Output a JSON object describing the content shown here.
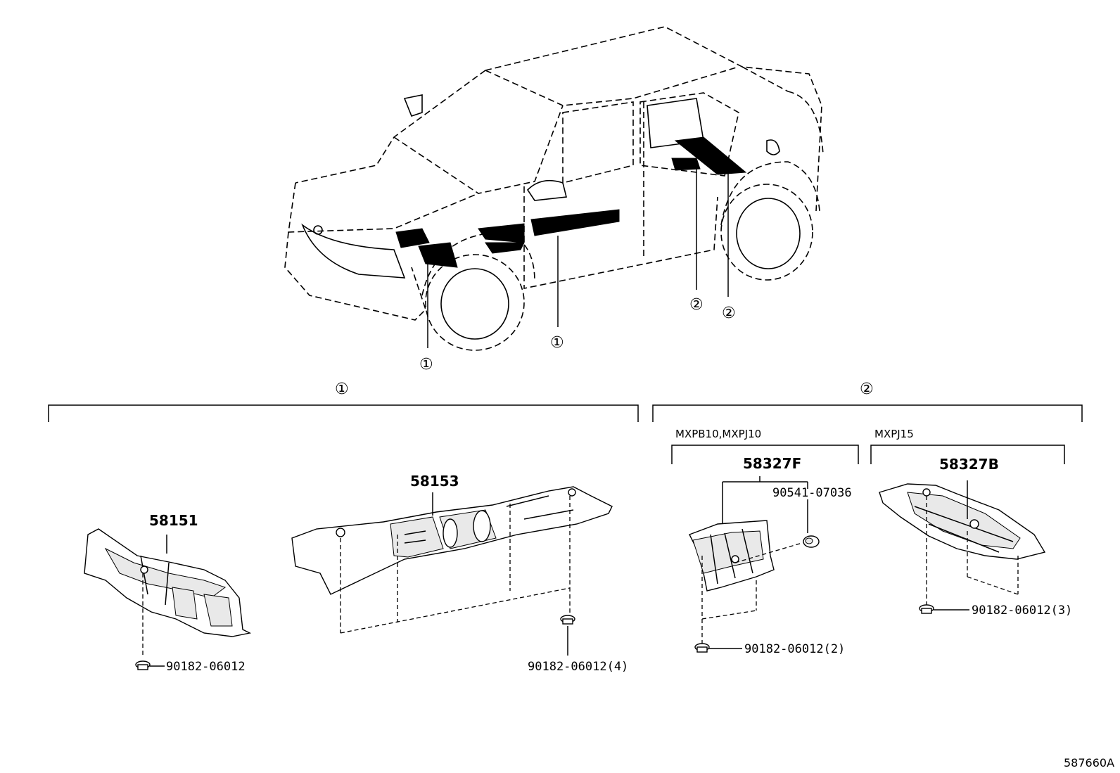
{
  "callout_symbols": {
    "group1": "①",
    "group2": "②"
  },
  "groups": {
    "group1": {
      "symbol": "①"
    },
    "group2": {
      "symbol": "②",
      "variants": [
        {
          "models": "MXPB10,MXPJ10"
        },
        {
          "models": "MXPJ15"
        }
      ]
    }
  },
  "parts": {
    "p58151": "58151",
    "p58153": "58153",
    "p58327F": "58327F",
    "p58327B": "58327B",
    "p90541": "90541-07036",
    "clip_single": "90182-06012",
    "clip_4": "90182-06012(4)",
    "clip_2": "90182-06012(2)",
    "clip_3": "90182-06012(3)"
  },
  "illustration_code": "587660A",
  "icons": [
    "clip-fastener-icon",
    "grommet-icon"
  ]
}
